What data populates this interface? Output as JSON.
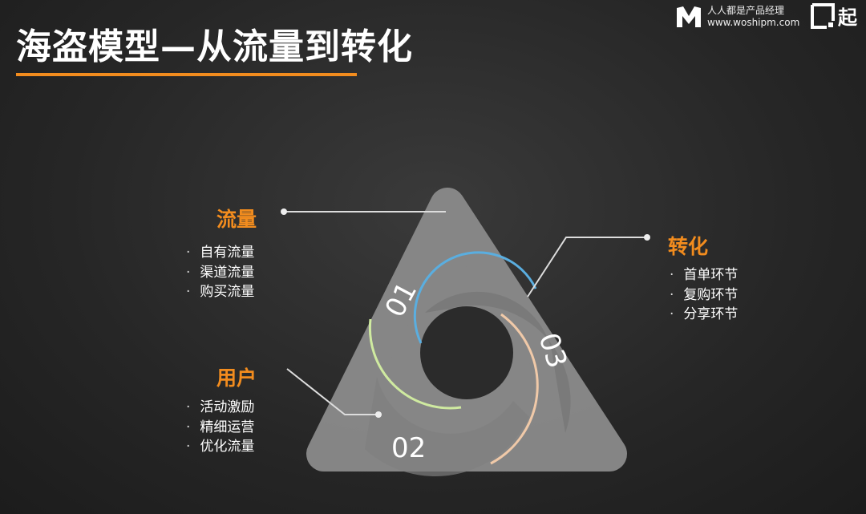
{
  "title": "海盗模型—从流量到转化",
  "colors": {
    "accent": "#f28c1e",
    "triangle": "#8b8b8b",
    "arc_blue": "#5aaee0",
    "arc_green": "#cfeaa0",
    "arc_peach": "#f0c9a8"
  },
  "logo": {
    "name": "人人都是产品经理",
    "url": "www.woshipm.com",
    "icon": "m-logo-icon",
    "second_logo_icon": "qidian-logo-icon"
  },
  "diagram": {
    "segments": [
      {
        "number": "01",
        "heading": "流量",
        "items": [
          "自有流量",
          "渠道流量",
          "购买流量"
        ]
      },
      {
        "number": "02",
        "heading": "用户",
        "items": [
          "活动激励",
          "精细运营",
          "优化流量"
        ]
      },
      {
        "number": "03",
        "heading": "转化",
        "items": [
          "首单环节",
          "复购环节",
          "分享环节"
        ]
      }
    ]
  }
}
